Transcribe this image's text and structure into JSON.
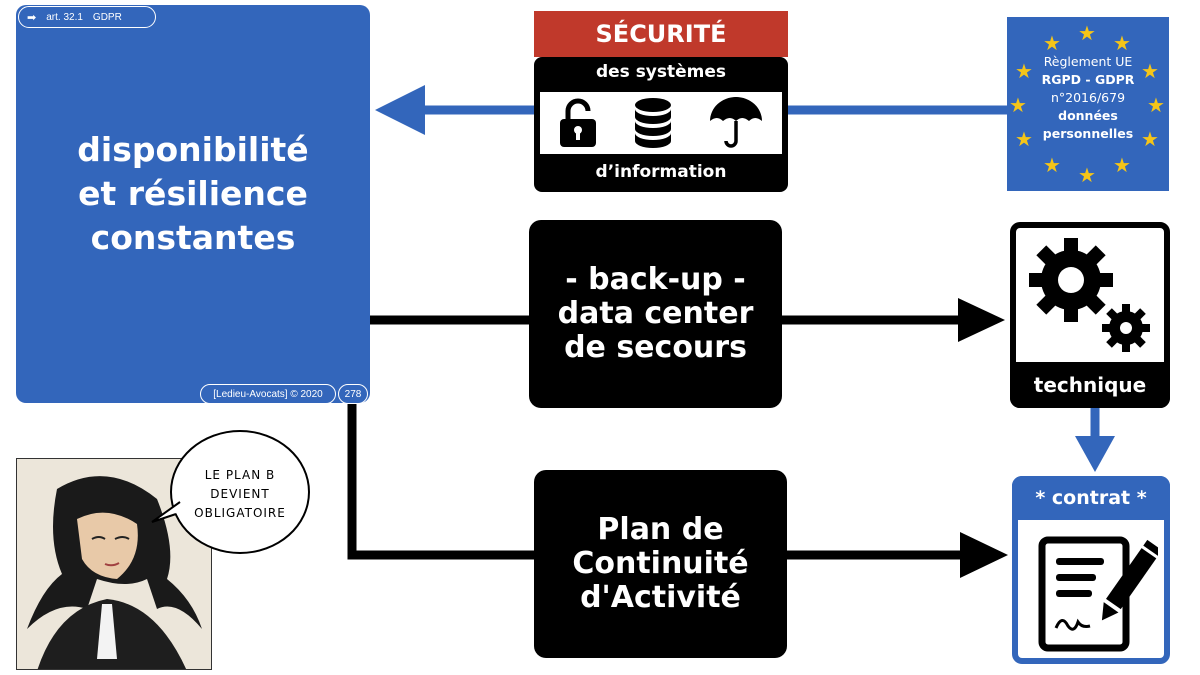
{
  "slide": {
    "reference": {
      "icon": "arrow-right-icon",
      "article": "art. 32.1",
      "regulation": "GDPR"
    },
    "credit": "[Ledieu-Avocats] © 2020",
    "page_number": "278"
  },
  "main_panel": {
    "lines": [
      "disponibilité",
      "et résilience",
      "constantes"
    ],
    "color": "#3366bb"
  },
  "security_box": {
    "header": "SÉCURITÉ",
    "top_text": "des systèmes",
    "bottom_text": "d’information",
    "icons": [
      "padlock-icon",
      "database-icon",
      "umbrella-icon"
    ],
    "header_color": "#c0392b"
  },
  "eu_badge": {
    "lines": [
      "Règlement UE",
      "RGPD - GDPR",
      "n°2016/679",
      "données",
      "personnelles"
    ],
    "star_color": "#f5c518"
  },
  "backup_box": {
    "lines": [
      "- back-up -",
      "data center",
      "de secours"
    ]
  },
  "pca_box": {
    "lines": [
      "Plan de",
      "Continuité",
      "d'Activité"
    ]
  },
  "technique_box": {
    "label": "technique",
    "icon": "gears-icon"
  },
  "contrat_box": {
    "label": "* contrat *",
    "icon": "contract-signature-icon"
  },
  "comic": {
    "bubble_lines": [
      "LE PLAN B",
      "DEVIENT",
      "OBLIGATOIRE"
    ]
  }
}
